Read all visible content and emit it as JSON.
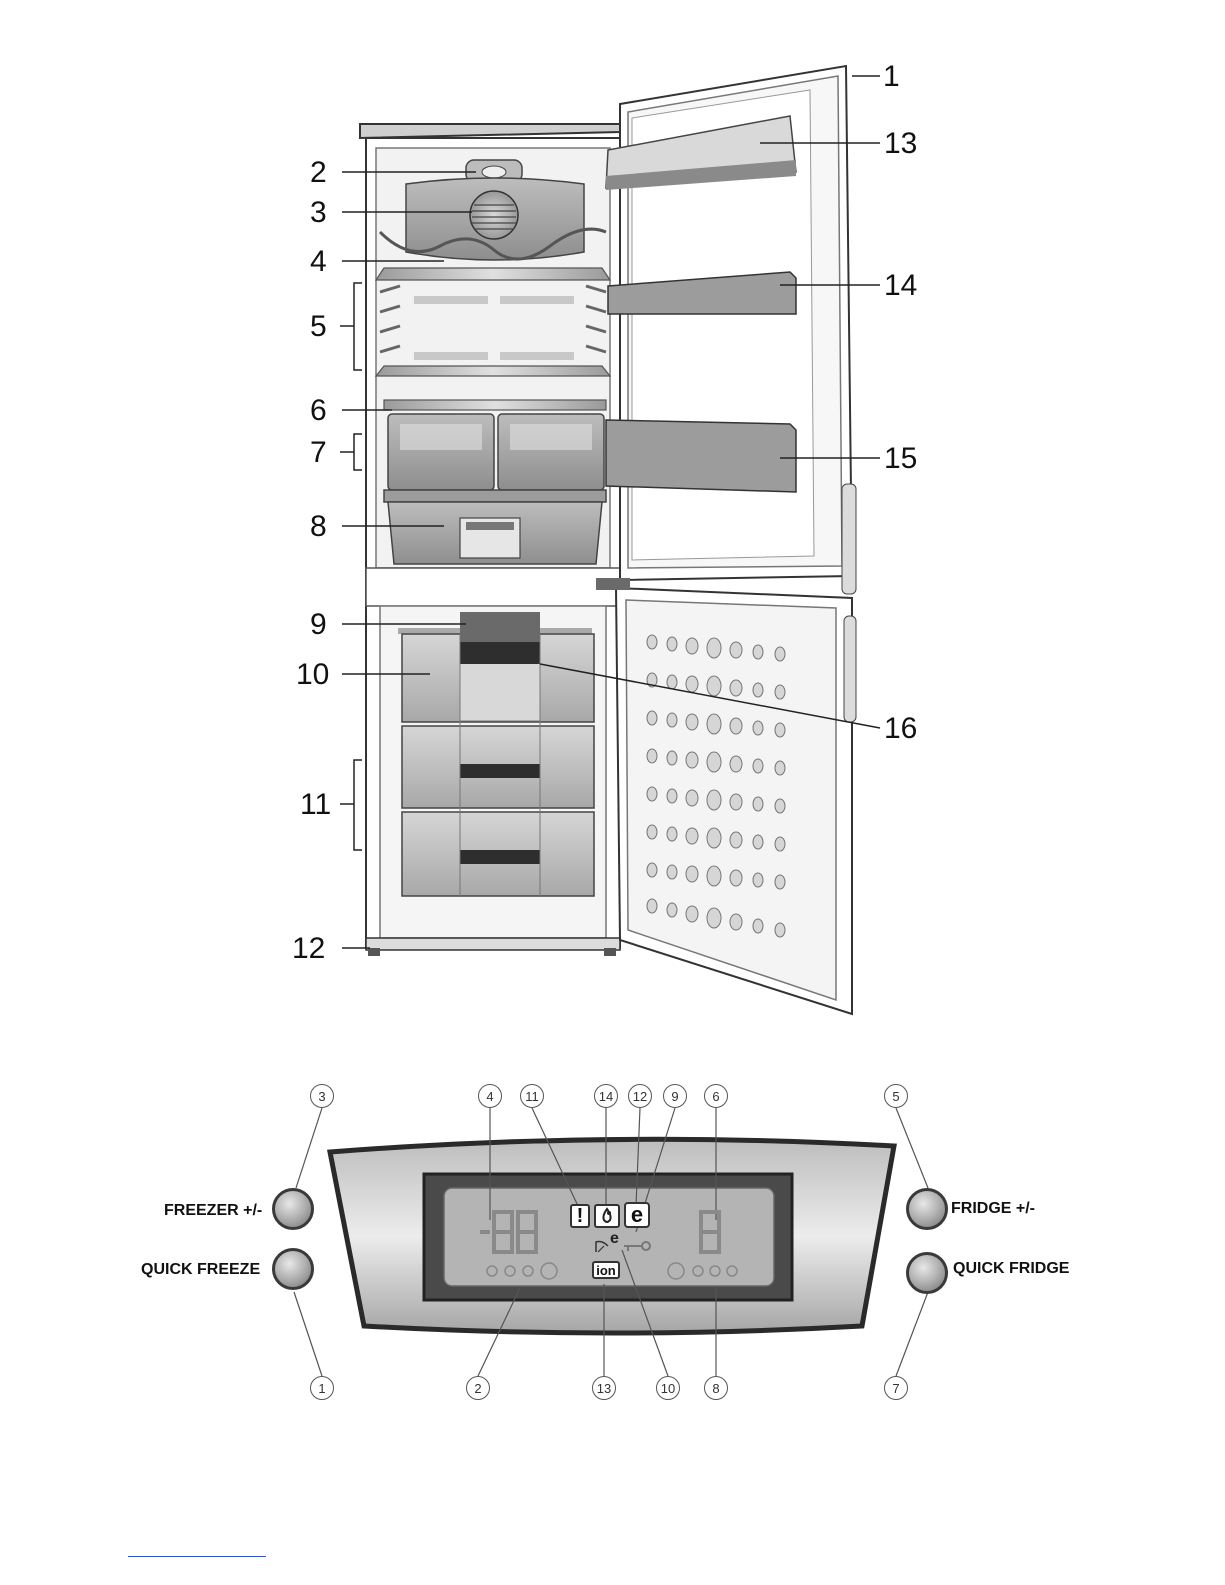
{
  "fridge_diagram": {
    "callouts": [
      "1",
      "2",
      "3",
      "4",
      "5",
      "6",
      "7",
      "8",
      "9",
      "10",
      "11",
      "12",
      "13",
      "14",
      "15",
      "16"
    ]
  },
  "control_panel": {
    "buttons": {
      "freezer_adjust": "FREEZER +/-",
      "quick_freeze": "QUICK FREEZE",
      "fridge_adjust": "FRIDGE +/-",
      "quick_fridge": "QUICK FRIDGE"
    },
    "display": {
      "freezer_digits": "-88",
      "fridge_digit": "8",
      "warning_symbol": "!",
      "eco_symbol": "e",
      "ion_label": "ion",
      "eco_small_symbol": "e"
    },
    "top_markers": [
      "3",
      "4",
      "11",
      "14",
      "12",
      "9",
      "6",
      "5"
    ],
    "bottom_markers": [
      "1",
      "2",
      "13",
      "10",
      "8",
      "7"
    ]
  }
}
